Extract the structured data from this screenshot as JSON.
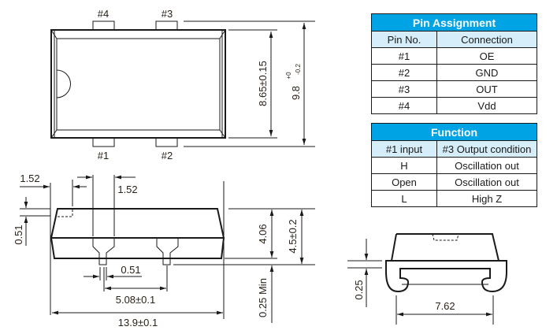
{
  "top_view": {
    "pin_labels": [
      "#4",
      "#3",
      "#1",
      "#2"
    ],
    "dim_body_length": "8.65±0.15",
    "dim_total_length": "9.8",
    "dim_total_tol_plus": "+0",
    "dim_total_tol_minus": "-0.2"
  },
  "side_view": {
    "dim_pin_offset": "1.52",
    "dim_pin_width_top": "1.52",
    "dim_step": "0.51",
    "dim_lead_width": "0.51",
    "dim_pin_pitch": "5.08±0.1",
    "dim_body_width": "13.9±0.1",
    "dim_body_height": "4.06",
    "dim_total_height": "4.5±0.2",
    "dim_standoff": "0.25 Min"
  },
  "end_view": {
    "dim_lead_thickness": "0.25",
    "dim_row_spacing": "7.62"
  },
  "pin_assignment": {
    "title": "Pin Assignment",
    "headers": [
      "Pin No.",
      "Connection"
    ],
    "rows": [
      [
        "#1",
        "OE"
      ],
      [
        "#2",
        "GND"
      ],
      [
        "#3",
        "OUT"
      ],
      [
        "#4",
        "Vdd"
      ]
    ]
  },
  "function_table": {
    "title": "Function",
    "headers": [
      "#1 input",
      "#3 Output condition"
    ],
    "rows": [
      [
        "H",
        "Oscillation out"
      ],
      [
        "Open",
        "Oscillation out"
      ],
      [
        "L",
        "High Z"
      ]
    ]
  },
  "colors": {
    "header_blue": "#00a3e4",
    "subheader_blue": "#d6eef9"
  }
}
